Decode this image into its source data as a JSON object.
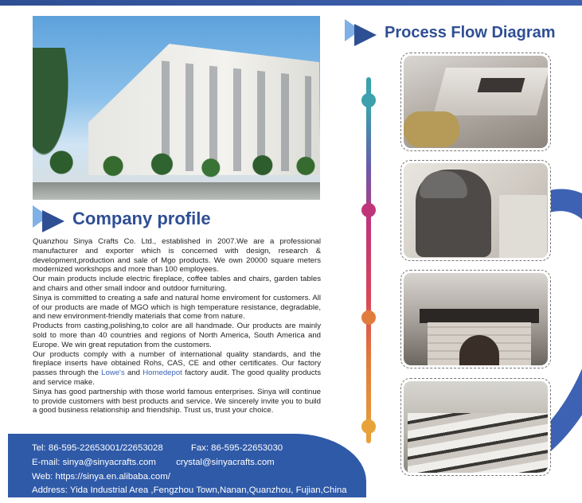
{
  "process": {
    "title": "Process Flow Diagram",
    "step_colors": [
      "#3aa1ad",
      "#c0357a",
      "#e07d3c",
      "#e8a23a"
    ]
  },
  "company": {
    "title": "Company profile",
    "paragraphs": [
      "Quanzhou Sinya Crafts Co. Ltd., established in 2007.We are a professional manufacturer and exporter which is concerned with design, research & development,production and sale of Mgo products. We own 20000 square meters modernized workshops and more than 100 employees.",
      "Our main products include electric fireplace, coffee tables and chairs, garden tables and chairs and other small indoor and outdoor furnituring.",
      "Sinya is committed to creating a safe and natural home enviroment for customers. All of our products are made of MGO which is high temperature resistance, degradable, and new environment-friendly materials that come from nature.",
      "Products from casting,polishing,to color are all handmade. Our products are mainly sold to more than 40 countries and regions of North America, South America and Europe. We win great reputation from the customers."
    ],
    "p5_before": "Our products comply with a number of international quality standards, and the fireplace inserts have obtained Rohs, CAS, CE and other certificates. Our factory passes through the ",
    "p5_lowes": "Lowe's",
    "p5_and": " and ",
    "p5_homedepot": "Homedepot",
    "p5_after": " factory audit. The good quality products and service make.",
    "p6": "Sinya has good partnership with those world famous enterprises. Sinya will continue to provide customers with best products and service. We sincerely invite you to build a good business relationship and friendship. Trust us, trust your choice."
  },
  "contact": {
    "tel": "Tel: 86-595-22653001/22653028",
    "fax": "Fax: 86-595-22653030",
    "email": "E-mail: sinya@sinyacrafts.com",
    "email2": "crystal@sinyacrafts.com",
    "web": "Web: https://sinya.en.alibaba.com/",
    "address": "Address: Yida Industrial Area ,Fengzhou Town,Nanan,Quanzhou, Fujian,China"
  },
  "colors": {
    "brand_blue": "#2f4f94",
    "footer_blue": "#2f5aa8",
    "highlight_blue": "#3a63b5"
  }
}
